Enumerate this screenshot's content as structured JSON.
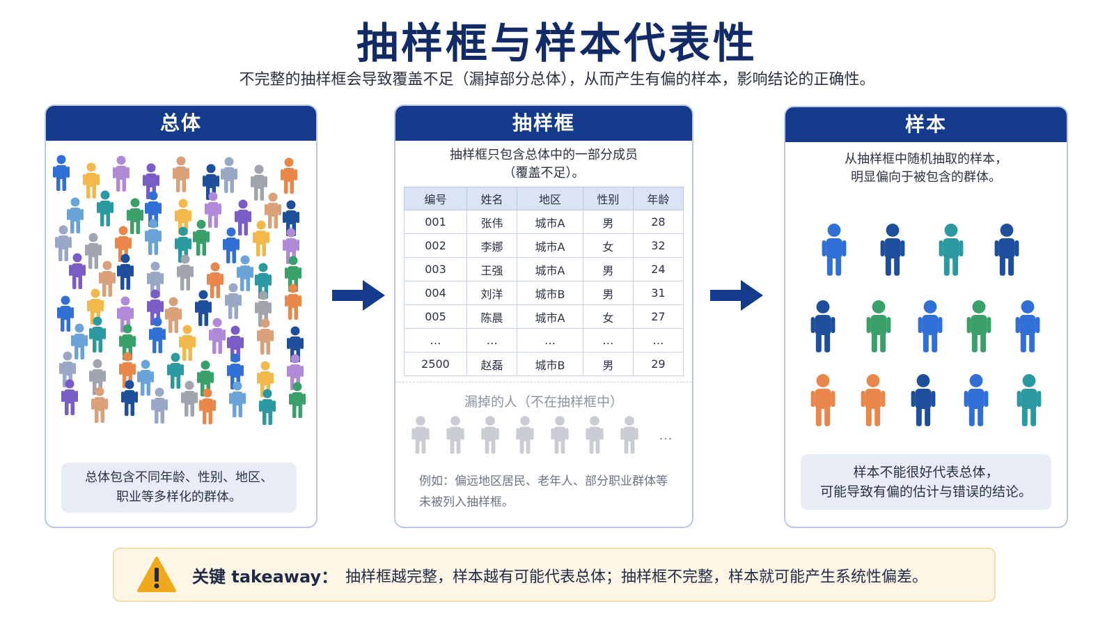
{
  "title": "抽样框与样本代表性",
  "subtitle": "不完整的抽样框会导致覆盖不足（漏掉部分总体），从而产生有偏的样本，影响结论的正确性。",
  "population": {
    "header": "总体",
    "note_line1": "总体包含不同年龄、性别、地区、",
    "note_line2": "职业等多样化的群体。"
  },
  "frame": {
    "header": "抽样框",
    "desc_line1": "抽样框只包含总体中的一部分成员",
    "desc_line2": "（覆盖不足）。",
    "table": {
      "columns": [
        "编号",
        "姓名",
        "地区",
        "性别",
        "年龄"
      ],
      "rows": [
        [
          "001",
          "张伟",
          "城市A",
          "男",
          "28"
        ],
        [
          "002",
          "李娜",
          "城市A",
          "女",
          "32"
        ],
        [
          "003",
          "王强",
          "城市A",
          "男",
          "24"
        ],
        [
          "004",
          "刘洋",
          "城市B",
          "男",
          "31"
        ],
        [
          "005",
          "陈晨",
          "城市A",
          "女",
          "27"
        ],
        [
          "…",
          "…",
          "…",
          "…",
          "…"
        ],
        [
          "2500",
          "赵磊",
          "城市B",
          "男",
          "29"
        ]
      ]
    },
    "missing_title": "漏掉的人（不在抽样框中）",
    "missing_dots": "…",
    "missing_note_line1": "例如：偏远地区居民、老年人、部分职业群体等",
    "missing_note_line2": "未被列入抽样框。"
  },
  "sample": {
    "header": "样本",
    "desc_line1": "从抽样框中随机抽取的样本，",
    "desc_line2": "明显偏向于被包含的群体。",
    "note_line1": "样本不能很好代表总体，",
    "note_line2": "可能导致有偏的估计与错误的结论。"
  },
  "takeaway": {
    "label": "关键 takeaway：",
    "text": "抽样框越完整，样本越有可能代表总体；抽样框不完整，样本就可能产生系统性偏差。"
  },
  "icons": {
    "arrow": "arrow-right-icon",
    "warning": "warning-icon",
    "person": "person-icon"
  },
  "colors": {
    "header_blue": "#143a8b",
    "title_blue": "#122a66",
    "takeaway_bg": "#fdf6e6",
    "warning_orange": "#f0a81c",
    "missing_gray": "#c9ccd2",
    "person_palette": [
      "#2f6fd6",
      "#1d4f9c",
      "#2a9aa0",
      "#7a5cc7",
      "#e9874a",
      "#f3b84a",
      "#9aa8c8",
      "#3aa06a",
      "#d9a07a",
      "#6aa3d8",
      "#b08ad8",
      "#a0a4ae"
    ]
  }
}
